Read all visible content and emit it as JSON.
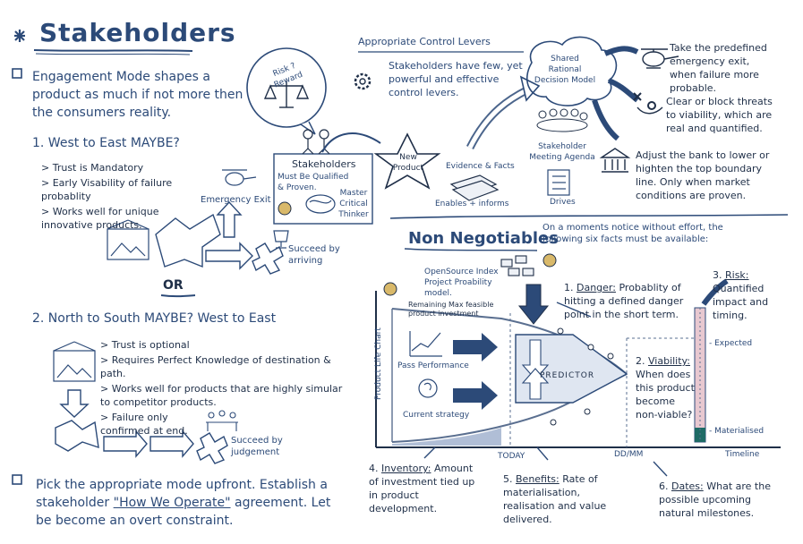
{
  "header": {
    "title": "Stakeholders"
  },
  "intro": "Engagement Mode shapes a product as much if not more then the consumers reality.",
  "mode1": {
    "heading": "1. West to East MAYBE?",
    "bullets": [
      "Trust is Mandatory",
      "Early Visability of failure probablity",
      "Works well for unique innovative products."
    ],
    "emergency_exit": "Emergency Exit",
    "succeed": "Succeed by arriving"
  },
  "or_label": "OR",
  "mode2": {
    "heading": "2. North to South MAYBE? West to East",
    "bullets": [
      "Trust is optional",
      "Requires Perfect Knowledge of destination & path.",
      "Works well for products that are highly simular to competitor products.",
      "Failure only confirmed at end."
    ],
    "succeed": "Succeed by judgement"
  },
  "closing": {
    "before": "Pick the appropriate mode upfront. Establish a stakeholder ",
    "quote": "\"How We Operate\"",
    "after": " agreement. Let be become an overt constraint."
  },
  "center": {
    "risk_reward": "Risk ? Reward",
    "stakeholders": "Stakeholders",
    "qualified": "Must Be Qualified & Proven.",
    "master": "Master Critical Thinker",
    "new_product": "New Product",
    "evidence": "Evidence & Facts",
    "enables": "Enables + informs"
  },
  "levers": {
    "heading": "Appropriate Control Levers",
    "text": "Stakeholders have few, yet powerful and effective control levers."
  },
  "shared_model": {
    "label": "Shared Rational Decision Model",
    "agenda": "Stakeholder Meeting Agenda",
    "drives": "Drives"
  },
  "right_actions": [
    "Take the predefined emergency exit, when failure more probable.",
    "Clear or block threats to viability, which are real and quantified.",
    "Adjust the bank to lower or highten the top boundary line. Only when market conditions are proven."
  ],
  "non_negotiables": {
    "heading": "Non Negotiables",
    "subtitle": "On a moments notice without effort, the following six facts must be available:"
  },
  "chart": {
    "opensource": "OpenSource Index Project Proability model.",
    "remaining": "Remaining Max feasible product investment",
    "past": "Pass Performance",
    "current": "Current strategy",
    "predictor": "PREDICTOR",
    "y_axis": "Product Life Chart",
    "today": "TODAY",
    "ddmm": "DD/MM",
    "timeline": "Timeline",
    "expected": "- Expected",
    "materialised": "- Materialised"
  },
  "facts": {
    "f1_title": "Danger:",
    "f1_num": "1.",
    "f1_text": "Probablity of hitting a defined danger point in the short term.",
    "f2_num": "2.",
    "f2_title": "Viability:",
    "f2_text": "When does this product become non-viable?",
    "f3_num": "3.",
    "f3_title": "Risk:",
    "f3_text": "Quantified impact and timing.",
    "f4_num": "4.",
    "f4_title": "Inventory:",
    "f4_text": "Amount of investment tied up in product development.",
    "f5_num": "5.",
    "f5_title": "Benefits:",
    "f5_text": "Rate of materialisation, realisation and value delivered.",
    "f6_num": "6.",
    "f6_title": "Dates:",
    "f6_text": "What are the possible upcoming natural milestones."
  },
  "colors": {
    "ink": "#2c4a78",
    "dark": "#1f2f48",
    "teal": "#1e6b66",
    "pink": "#e8c8d0",
    "bg": "#ffffff"
  }
}
